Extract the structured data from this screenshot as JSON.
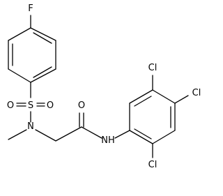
{
  "molecule": {
    "atoms": {
      "fluorine": "F",
      "sulfur": "S",
      "oxygen_left": "O",
      "oxygen_right": "O",
      "sulfonamide_nitrogen": "N",
      "carbonyl_oxygen": "O",
      "amide_nitrogen": "NH",
      "chlorine_top": "Cl",
      "chlorine_right": "Cl",
      "chlorine_bottom": "Cl"
    }
  }
}
